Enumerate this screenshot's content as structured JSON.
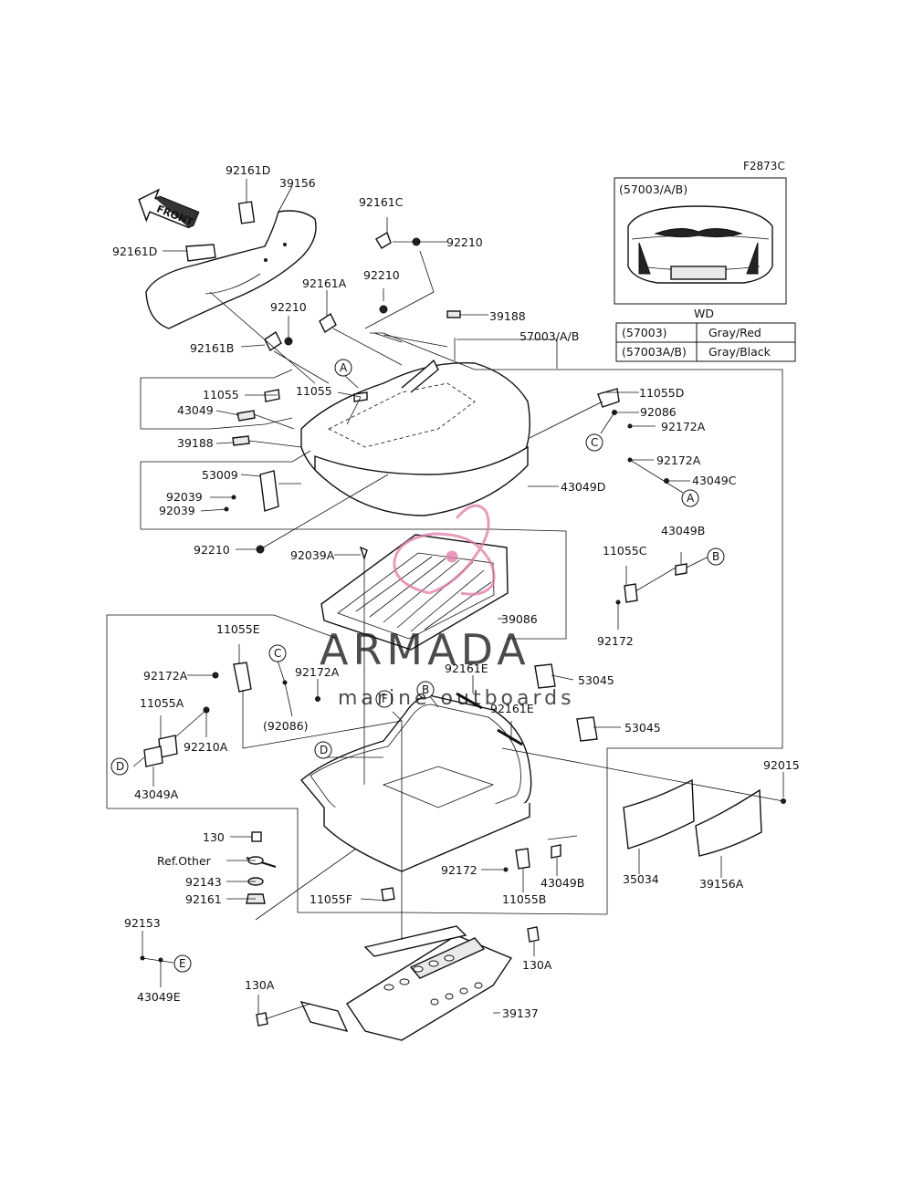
{
  "diagram_code": "F2873C",
  "front_label": "FRONT",
  "inset": {
    "title": "(57003/A/B)",
    "table_header": "WD",
    "rows": [
      {
        "part": "(57003)",
        "color": "Gray/Red"
      },
      {
        "part": "(57003A/B)",
        "color": "Gray/Black"
      }
    ]
  },
  "callouts": {
    "a": "A",
    "b": "B",
    "c": "C",
    "d": "D",
    "e": "E",
    "f": "F"
  },
  "parts": {
    "p92161D_top": "92161D",
    "p39156": "39156",
    "p92161D_left": "92161D",
    "p92161C": "92161C",
    "p92210_a": "92210",
    "p92210_b": "92210",
    "p92161A": "92161A",
    "p92210_c": "92210",
    "p92161B": "92161B",
    "p39188_top": "39188",
    "p57003": "57003/A/B",
    "p11055_left": "11055",
    "p11055_mid": "11055",
    "p43049": "43049",
    "p39188_left": "39188",
    "p53009": "53009",
    "p92039_a": "92039",
    "p92039_b": "92039",
    "p11055D": "11055D",
    "p92086": "92086",
    "p92172A_a": "92172A",
    "p92172A_b": "92172A",
    "p43049C": "43049C",
    "p43049D": "43049D",
    "p92210_d": "92210",
    "p92039A": "92039A",
    "p43049B_top": "43049B",
    "p11055C": "11055C",
    "p39086": "39086",
    "p92172_a": "92172",
    "p11055E": "11055E",
    "p92172A_c": "92172A",
    "p92172A_d": "92172A",
    "p92161E_a": "92161E",
    "p53045_a": "53045",
    "p11055A": "11055A",
    "p92086_paren": "(92086)",
    "p92161E_b": "92161E",
    "p53045_b": "53045",
    "p92210A": "92210A",
    "p43049A": "43049A",
    "p92015": "92015",
    "p130": "130",
    "pRefOther": "Ref.Other",
    "p92143": "92143",
    "p92161": "92161",
    "p92172_b": "92172",
    "p43049B_bot": "43049B",
    "p35034": "35034",
    "p39156A": "39156A",
    "p11055F": "11055F",
    "p11055B": "11055B",
    "p92153": "92153",
    "p43049E": "43049E",
    "p130A_a": "130A",
    "p130A_b": "130A",
    "p39137": "39137"
  },
  "watermark": {
    "brand": "ARMADA",
    "tagline": "marine outboards",
    "color": "#e07aa6"
  }
}
